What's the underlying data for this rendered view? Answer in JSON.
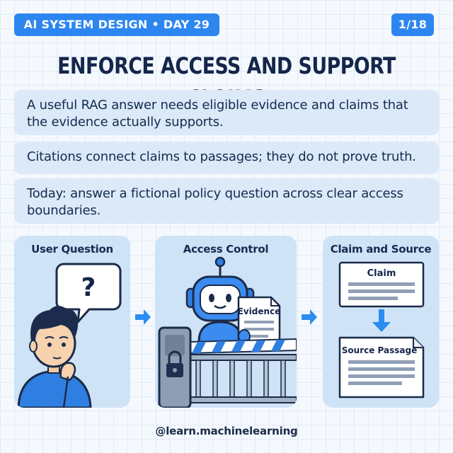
{
  "header": {
    "series_label": "AI SYSTEM DESIGN • DAY 29",
    "page_counter": "1/18"
  },
  "title": "ENFORCE ACCESS AND SUPPORT CLAIMS",
  "text_boxes": [
    "A useful RAG answer needs eligible evidence and claims that the evidence actually supports.",
    "Citations connect claims to passages; they do not prove truth.",
    "Today: answer a fictional policy question across clear access boundaries."
  ],
  "panels": [
    {
      "title": "User Question",
      "bubble_symbol": "?"
    },
    {
      "title": "Access Control",
      "document_label": "Evidence"
    },
    {
      "title": "Claim and Source",
      "claim_label": "Claim",
      "source_label": "Source Passage"
    }
  ],
  "footer": {
    "handle": "@learn.machinelearning"
  },
  "colors": {
    "accent_blue": "#2d86f0",
    "title_navy": "#14264a",
    "box_bg": "#dbe9f8",
    "panel_bg": "#cfe3f7",
    "arrow_blue": "#2a8df0"
  },
  "icons": [
    "question-bubble-icon",
    "thinking-person-icon",
    "robot-icon",
    "lock-icon",
    "barrier-gate-icon",
    "arrow-right-icon",
    "arrow-down-icon",
    "document-icon"
  ]
}
